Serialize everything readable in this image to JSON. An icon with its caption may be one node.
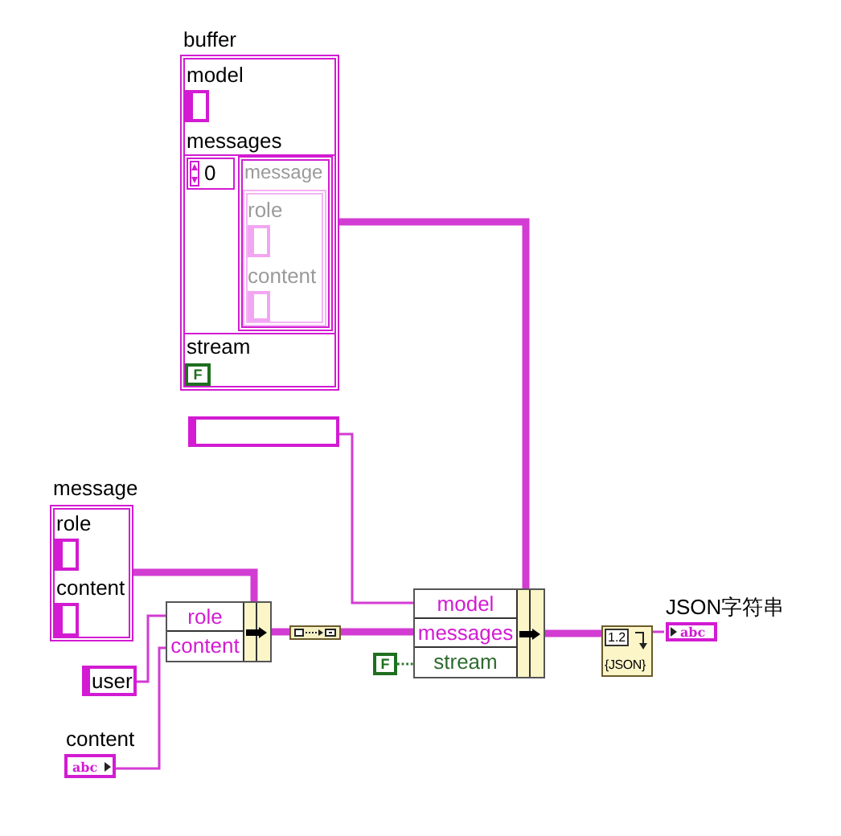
{
  "diagram": {
    "nodes": [
      {
        "text": [
          "buffer"
        ]
      },
      {
        "text": [
          "model"
        ],
        "in": 0
      },
      {
        "text": [
          "messages"
        ],
        "in": 0
      },
      {
        "text": [
          "0"
        ],
        "in": 2
      },
      {
        "text": [
          "message"
        ],
        "in": 2
      },
      {
        "text": [
          "role"
        ],
        "in": 4
      },
      {
        "text": [
          "content"
        ],
        "in": 4
      },
      {
        "text": [
          "stream",
          "F"
        ],
        "in": 0
      },
      {
        "text": [],
        "shape": "box"
      },
      {
        "text": [
          "message"
        ]
      },
      {
        "text": [
          "role"
        ],
        "in": 9
      },
      {
        "text": [
          "content"
        ],
        "in": 9
      },
      {
        "text": [
          "role",
          "content"
        ]
      },
      {
        "text": [],
        "shape": "box"
      },
      {
        "text": [
          "model",
          "messages",
          "stream"
        ]
      },
      {
        "text": [
          "1.2",
          "{JSON}"
        ]
      },
      {
        "text": [
          "JSON字符串",
          "abc"
        ]
      },
      {
        "text": [
          "F"
        ]
      },
      {
        "text": [
          "user"
        ]
      },
      {
        "text": [
          "content",
          "abc"
        ]
      }
    ],
    "edges": [
      {
        "from": 9,
        "to": 12,
        "arrow": "none",
        "style": "thick"
      },
      {
        "from": 18,
        "to": 12,
        "arrow": "none"
      },
      {
        "from": 19,
        "to": 12,
        "arrow": "none"
      },
      {
        "from": 12,
        "to": 13,
        "arrow": "none",
        "style": "thick"
      },
      {
        "from": 0,
        "to": 14,
        "arrow": "none",
        "style": "thick"
      },
      {
        "from": 8,
        "to": 14,
        "arrow": "none"
      },
      {
        "from": 13,
        "to": 14,
        "arrow": "none",
        "style": "thick"
      },
      {
        "from": 17,
        "to": 14,
        "arrow": "none",
        "style": "dashed",
        "color": "#2e7d32"
      },
      {
        "from": 14,
        "to": 15,
        "arrow": "none",
        "style": "thick"
      },
      {
        "from": 15,
        "to": 16,
        "arrow": "none"
      }
    ]
  }
}
